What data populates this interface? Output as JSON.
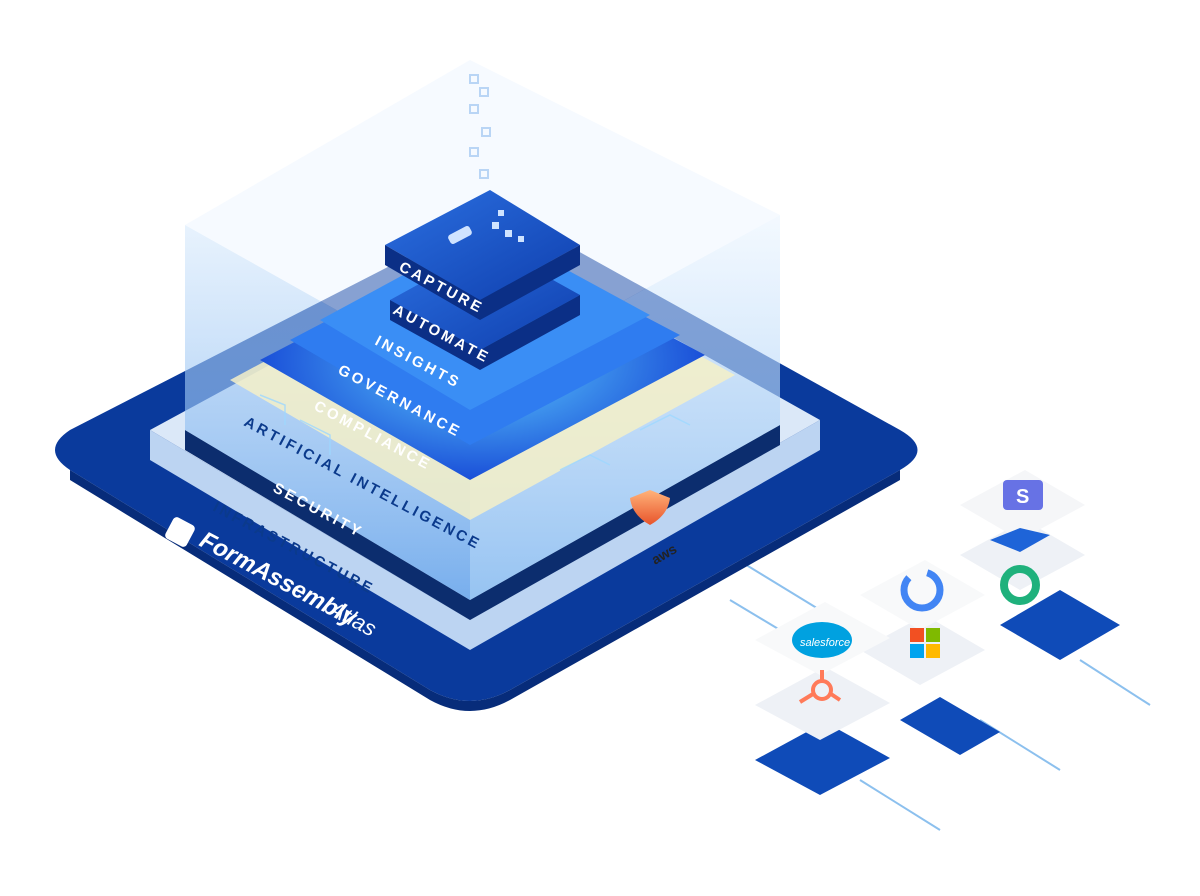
{
  "brand": {
    "name": "FormAssembly",
    "product": "Atlas"
  },
  "layers": {
    "capture": "CAPTURE",
    "automate": "AUTOMATE",
    "insights": "INSIGHTS",
    "governance": "GOVERNANCE",
    "compliance": "COMPLIANCE",
    "ai": "ARTIFICIAL INTELLIGENCE",
    "security": "SECURITY",
    "infrastructure": "INFRASTRUCTURE"
  },
  "cloud_badge": "aws",
  "integrations": {
    "stripe": "S",
    "salesforce": "salesforce"
  },
  "colors": {
    "base_navy": "#0a3a9c",
    "platform_light": "#dbe8f8",
    "glass": "#8fc3f5",
    "tile_blue": "#1550c8",
    "stripe": "#6772e5",
    "hubspot": "#ff7a59",
    "salesforce": "#00a1e0"
  }
}
